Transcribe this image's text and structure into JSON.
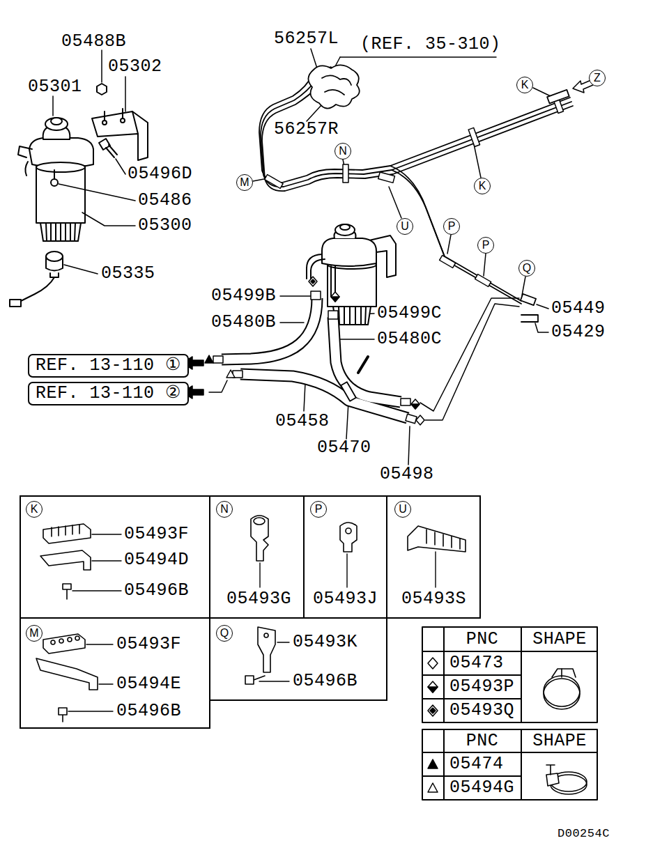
{
  "diagram": {
    "nodes": [
      {
        "text": [
          "K"
        ]
      },
      {
        "text": [
          "Z"
        ]
      },
      {
        "text": [
          "N"
        ]
      },
      {
        "text": [
          "M"
        ]
      },
      {
        "text": [
          "K"
        ]
      },
      {
        "text": [
          "U"
        ]
      },
      {
        "text": [
          "P"
        ]
      },
      {
        "text": [
          "P"
        ]
      },
      {
        "text": [
          "Q"
        ]
      },
      {
        "text": [
          "REF. 13-110 ①"
        ]
      },
      {
        "text": [
          "REF. 13-110 ②"
        ]
      },
      {
        "text": [
          "05493F",
          "05494D",
          "05496B"
        ]
      },
      {
        "text": [
          "K"
        ],
        "in": 11
      },
      {
        "text": [
          "05493G"
        ]
      },
      {
        "text": [
          "N"
        ],
        "in": 13
      },
      {
        "text": [
          "05493J"
        ]
      },
      {
        "text": [
          "P"
        ],
        "in": 15
      },
      {
        "text": [
          "05493S"
        ]
      },
      {
        "text": [
          "U"
        ],
        "in": 17
      },
      {
        "text": [
          "05493F",
          "05494E",
          "05496B"
        ]
      },
      {
        "text": [
          "M"
        ],
        "in": 19
      },
      {
        "text": [
          "05493K",
          "05496B"
        ]
      },
      {
        "text": [
          "Q"
        ],
        "in": 21
      }
    ],
    "labels": [
      "05488B",
      "56257L",
      "(REF. 35-310)",
      "05302",
      "05301",
      "56257R",
      "05496D",
      "05486",
      "05300",
      "05335",
      "05499B",
      "05449",
      "05499C",
      "05480B",
      "05429",
      "05480C",
      "05458",
      "05470",
      "05498",
      "PNC",
      "SHAPE",
      "05473",
      "05493P",
      "05493Q",
      "PNC",
      "SHAPE",
      "05474",
      "05494G",
      "D00254C"
    ]
  }
}
